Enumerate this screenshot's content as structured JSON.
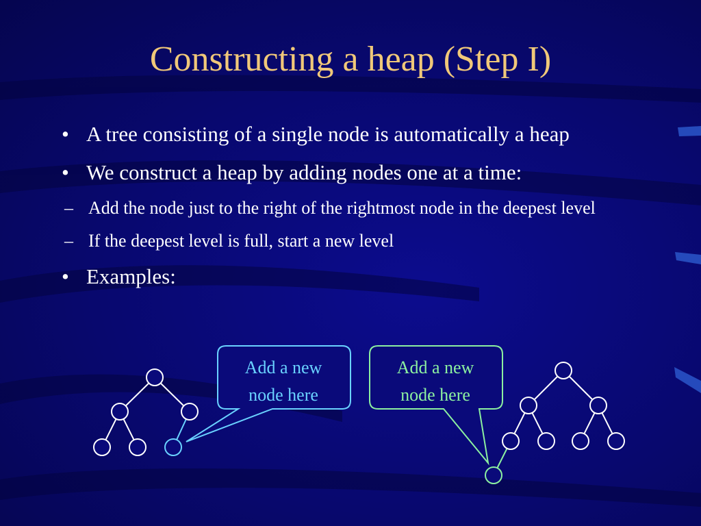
{
  "title": "Constructing a heap (Step I)",
  "bullets": [
    "A tree consisting of a single node is automatically a heap",
    "We construct a heap by adding nodes one at a time:",
    "Examples:"
  ],
  "sub_bullets": [
    "Add the node just to the right of the rightmost node in the deepest level",
    "If the deepest level is full, start a new level"
  ],
  "callouts": {
    "left": {
      "line1": "Add a new",
      "line2": "node here"
    },
    "right": {
      "line1": "Add a new",
      "line2": "node here"
    }
  },
  "colors": {
    "background": "#0a0a7a",
    "title": "#f0c879",
    "text": "#ffffff",
    "callout_left": "#6ad2ff",
    "callout_right": "#8cf0a0"
  }
}
